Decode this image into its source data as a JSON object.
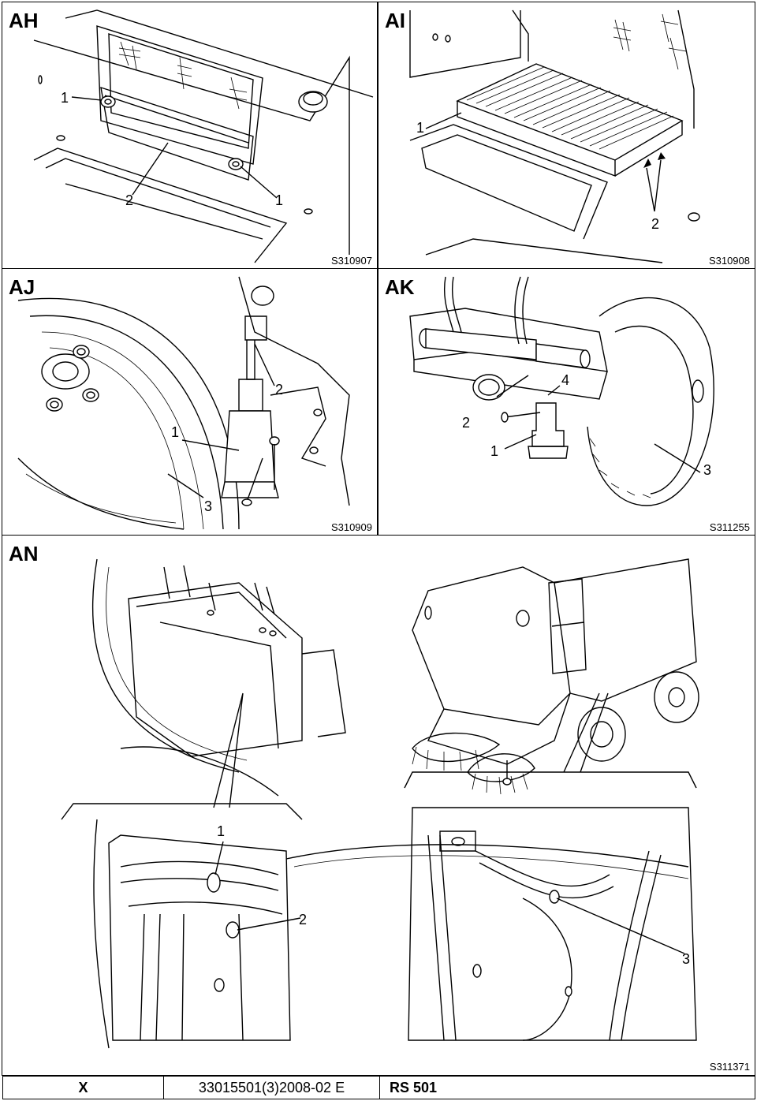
{
  "panels": {
    "ah": {
      "label": "AH",
      "code": "S310907",
      "callouts": [
        "1",
        "2",
        "1"
      ]
    },
    "ai": {
      "label": "AI",
      "code": "S310908",
      "callouts": [
        "1",
        "2"
      ]
    },
    "aj": {
      "label": "AJ",
      "code": "S310909",
      "callouts": [
        "1",
        "2",
        "3"
      ]
    },
    "ak": {
      "label": "AK",
      "code": "S311255",
      "callouts": [
        "1",
        "2",
        "3",
        "4"
      ]
    },
    "an": {
      "label": "AN",
      "code": "S311371",
      "callouts": [
        "1",
        "2",
        "3"
      ]
    }
  },
  "footer": {
    "section": "X",
    "doc_number": "33015501(3)2008-02 E",
    "model": "RS 501"
  }
}
